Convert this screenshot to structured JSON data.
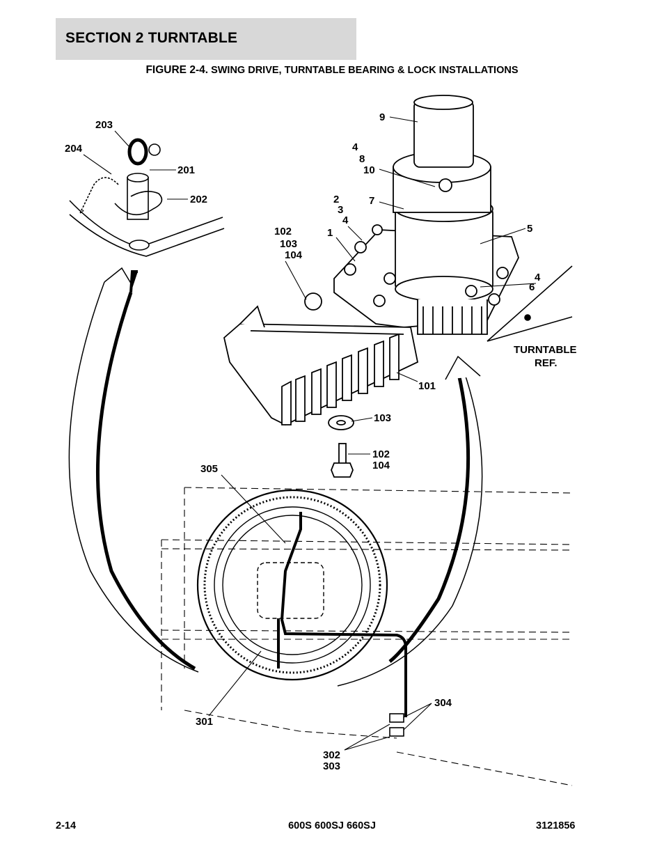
{
  "section": {
    "title": "SECTION 2   TURNTABLE"
  },
  "figure": {
    "number": "FIGURE 2-4.",
    "caption": "SWING DRIVE, TURNTABLE BEARING & LOCK INSTALLATIONS"
  },
  "callouts": {
    "c9": "9",
    "c203": "203",
    "c204": "204",
    "c201": "201",
    "c202": "202",
    "c4a": "4",
    "c8": "8",
    "c10": "10",
    "c7": "7",
    "c2": "2",
    "c3": "3",
    "c4b": "4",
    "c1": "1",
    "c102a": "102",
    "c103a": "103",
    "c104a": "104",
    "c5": "5",
    "c4c": "4",
    "c6": "6",
    "turntable_ref_line1": "TURNTABLE",
    "turntable_ref_line2": "REF.",
    "c101": "101",
    "c103b": "103",
    "c102b": "102",
    "c104b": "104",
    "c305": "305",
    "c304": "304",
    "c301": "301",
    "c302": "302",
    "c303": "303"
  },
  "footer": {
    "page": "2-14",
    "models": "600S 600SJ 660SJ",
    "doc_number": "3121856"
  }
}
